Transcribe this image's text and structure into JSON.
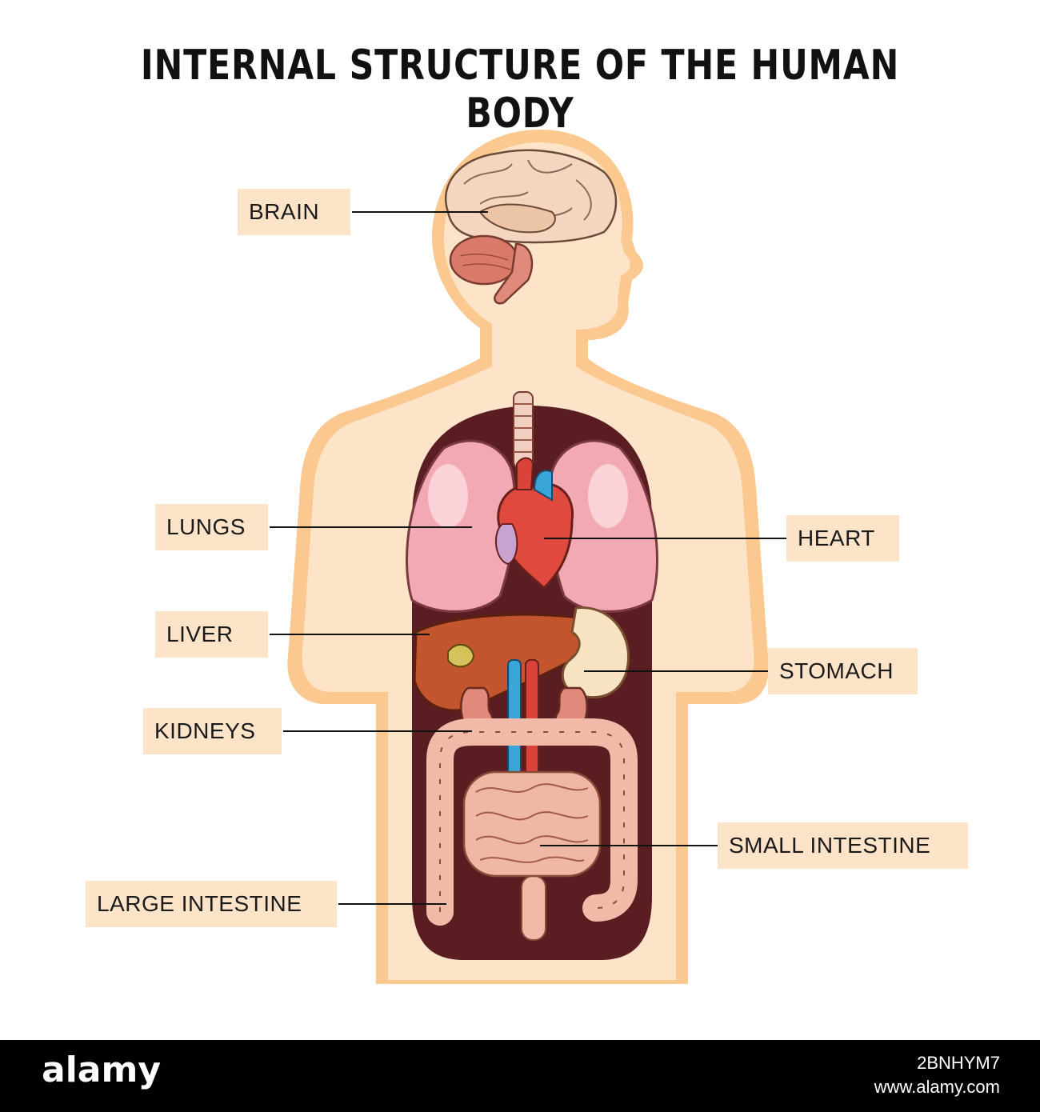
{
  "title": "INTERNAL STRUCTURE OF THE HUMAN BODY",
  "labels": {
    "brain": "BRAIN",
    "lungs": "LUNGS",
    "heart": "HEART",
    "liver": "LIVER",
    "stomach": "STOMACH",
    "kidneys": "KIDNEYS",
    "small_intestine": "SMALL INTESTINE",
    "large_intestine": "LARGE INTESTINE"
  },
  "footer": {
    "logo": "alamy",
    "image_id": "2BNHYM7",
    "site": "www.alamy.com"
  },
  "colors": {
    "body": "#fde3c8",
    "body_edge": "#fbc88f",
    "cavity": "#5a1e22",
    "label_bg": "#fde3c8"
  },
  "icons": [
    "brain-icon",
    "lungs-icon",
    "heart-icon",
    "liver-icon",
    "stomach-icon",
    "kidneys-icon",
    "small-intestine-icon",
    "large-intestine-icon"
  ]
}
